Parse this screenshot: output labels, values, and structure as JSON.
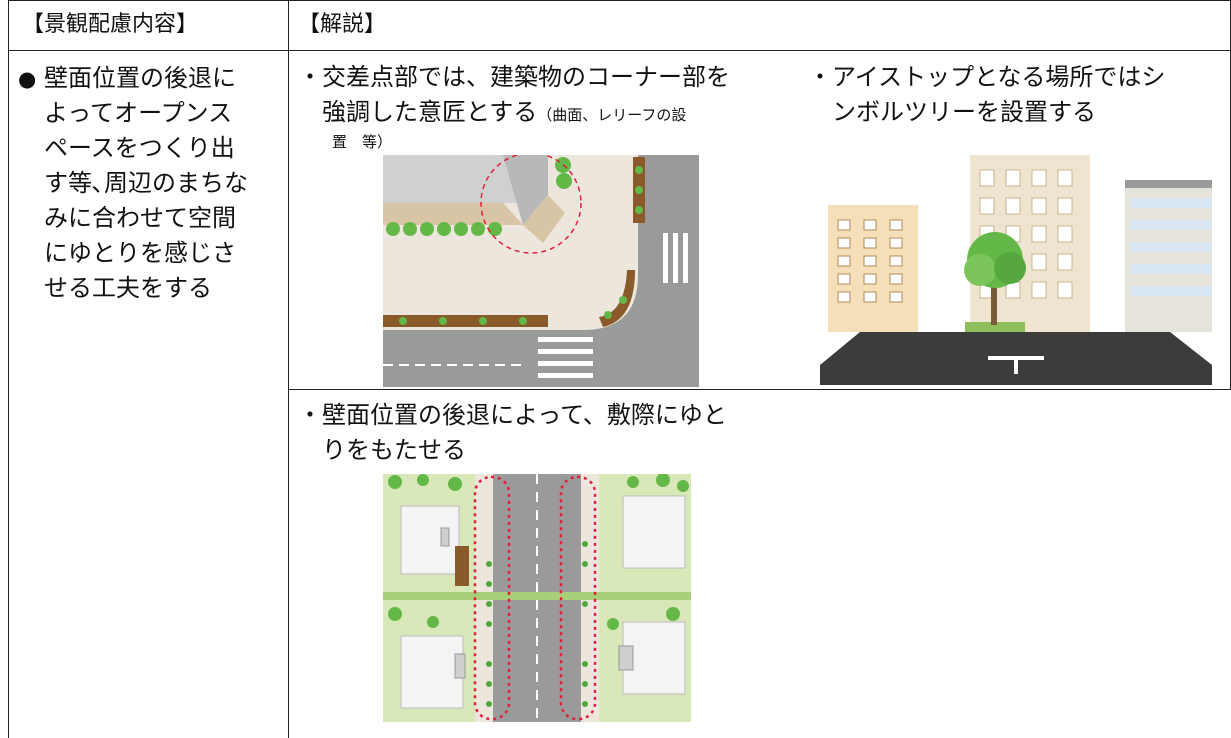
{
  "header": {
    "left": "【景観配慮内容】",
    "right": "【解説】"
  },
  "content": {
    "bullet": "●",
    "lines": [
      "壁面位置の後退に",
      "よってオープンス",
      "ペースをつくり出",
      "す等､周辺のまちな",
      "みに合わせて空間",
      "にゆとりを感じさ",
      "せる工夫をする"
    ]
  },
  "explanations": {
    "corner": {
      "mark": "・",
      "line1": "交差点部では、建築物のコーナー部を",
      "line2_main": "強調した意匠とする",
      "line2_note": "（曲面、レリーフの設",
      "line3_note": "置　等）"
    },
    "symbol_tree": {
      "mark": "・",
      "line1": "アイストップとなる場所ではシ",
      "line2": "ンボルツリーを設置する"
    },
    "setback": {
      "mark": "・",
      "line1": "壁面位置の後退によって、敷際にゆと",
      "line2": "りをもたせる"
    }
  },
  "colors": {
    "road": "#9a9a9a",
    "plaza": "#ece6dc",
    "planter": "#8a5a2b",
    "tree": "#63b848",
    "lawn": "#d9e8b8",
    "dashed_highlight": "#e0203a"
  }
}
